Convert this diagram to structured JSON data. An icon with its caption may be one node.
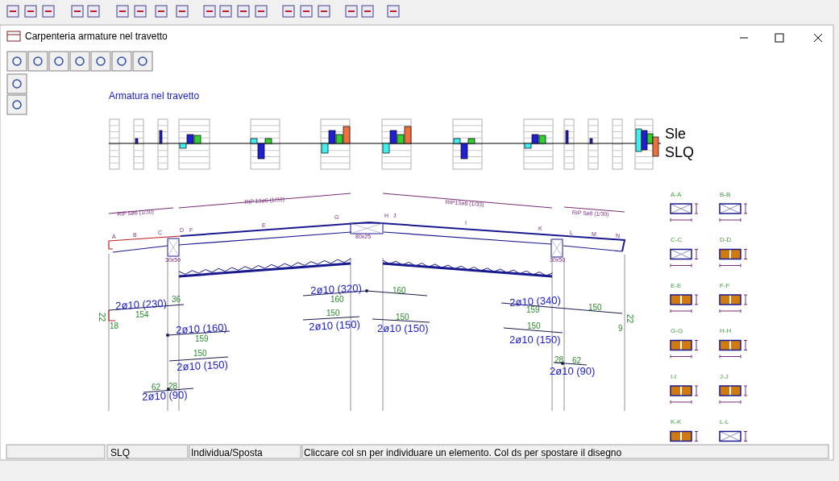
{
  "diagram": {
    "title": "Carpenteria armature nel travetto",
    "labels": [
      "Armatura nel travetto",
      "Sle",
      "SLQ",
      "RIP 5ø6 (1/30)",
      "RIP 13ø6 (1/33)",
      "RIP13ø8 (1/33)",
      "RIP 5ø8 (1/30)",
      "A",
      "B",
      "C",
      "D",
      "F",
      "E",
      "G",
      "H",
      "J",
      "I",
      "K",
      "L",
      "M",
      "N",
      "30x50",
      "80x25",
      "30x50",
      "2ø10 (230)",
      "36",
      "154",
      "22",
      "18",
      "2ø10 (160)",
      "159",
      "150",
      "2ø10 (150)",
      "62",
      "28",
      "2ø10 (90)",
      "2ø10 (320)",
      "160",
      "150",
      "2ø10 (150)",
      "160",
      "150",
      "2ø10 (150)",
      "2ø10 (340)",
      "159",
      "150",
      "22",
      "150",
      "9",
      "2ø10 (150)",
      "28",
      "62",
      "2ø10 (90)",
      "A-A",
      "B-B",
      "C-C",
      "D-D",
      "E-E",
      "F-F",
      "G-G",
      "H-H",
      "I-I",
      "J-J",
      "K-K",
      "L-L",
      "SLQ",
      "Individua/Sposta",
      "Cliccare col sn per individuare un elemento. Col ds per spostare il disegno"
    ]
  }
}
